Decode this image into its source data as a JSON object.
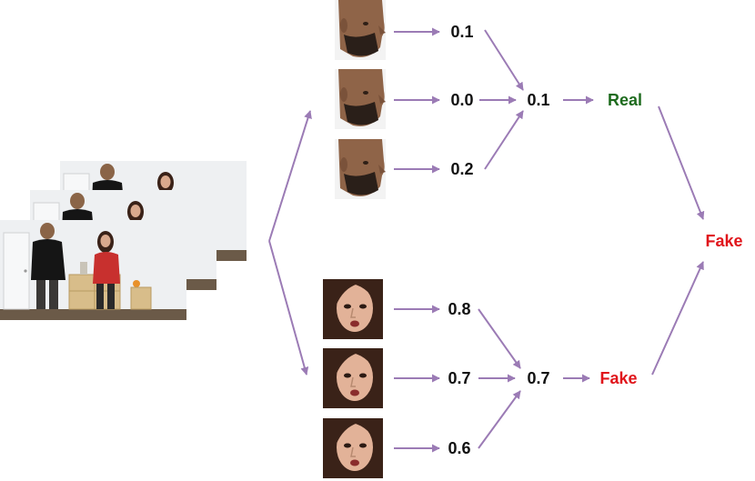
{
  "colors": {
    "arrow": "#9b7bb5",
    "real": "#1e6b1e",
    "fake": "#e0151b",
    "wall": "#eef0f2",
    "floor": "#6b5a48",
    "male_shirt": "#151515",
    "female_hair": "#3a2218",
    "female_top": "#c8302e",
    "shelf": "#d8bd8a"
  },
  "person_a": {
    "frame_scores": [
      "0.1",
      "0.0",
      "0.2"
    ],
    "average": "0.1",
    "verdict": "Real"
  },
  "person_b": {
    "frame_scores": [
      "0.8",
      "0.7",
      "0.6"
    ],
    "average": "0.7",
    "verdict": "Fake"
  },
  "final_verdict": "Fake"
}
